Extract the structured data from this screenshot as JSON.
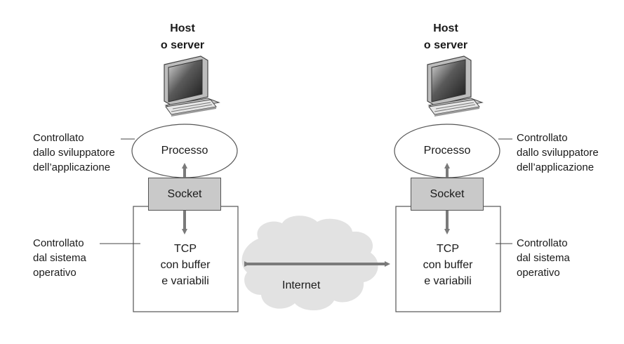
{
  "left_host": {
    "title_line1": "Host",
    "title_line2": "o server",
    "process": "Processo",
    "socket": "Socket",
    "tcp_line1": "TCP",
    "tcp_line2": "con buffer",
    "tcp_line3": "e variabili",
    "dev_label": [
      "Controllato",
      "dallo sviluppatore",
      "dell’applicazione"
    ],
    "os_label": [
      "Controllato",
      "dal sistema",
      "operativo"
    ]
  },
  "right_host": {
    "title_line1": "Host",
    "title_line2": "o server",
    "process": "Processo",
    "socket": "Socket",
    "tcp_line1": "TCP",
    "tcp_line2": "con buffer",
    "tcp_line3": "e variabili",
    "dev_label": [
      "Controllato",
      "dallo sviluppatore",
      "dell’applicazione"
    ],
    "os_label": [
      "Controllato",
      "dal sistema",
      "operativo"
    ]
  },
  "network": {
    "label": "Internet"
  },
  "colors": {
    "socket_fill": "#c9c9c9",
    "arrow": "#7a7a7a",
    "cloud": "#e2e2e2",
    "outline": "#555555"
  }
}
